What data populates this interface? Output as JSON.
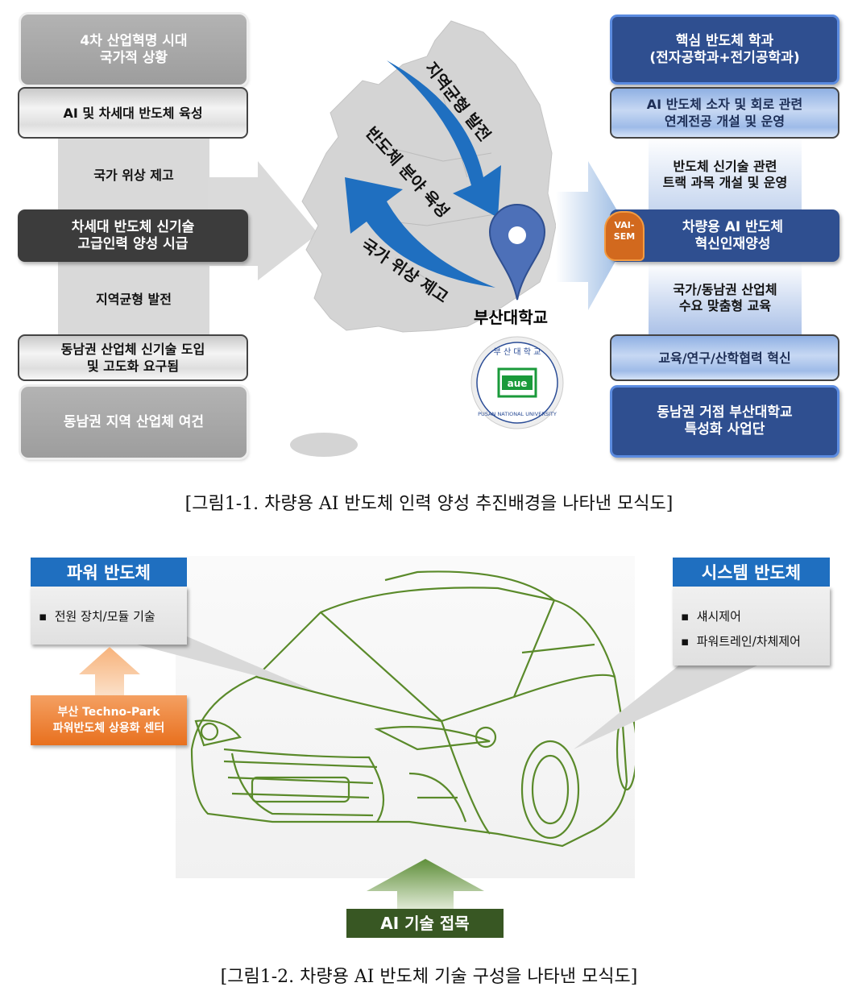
{
  "figure1": {
    "left": {
      "situation": "4차 산업혁명 시대\n국가적 상황",
      "ai_next_gen": "AI 및 차세대 반도체 육성",
      "national_status": "국가 위상 제고",
      "urgent": "차세대 반도체 신기술\n고급인력 양성 시급",
      "regional_balance": "지역균형 발전",
      "industry_demand": "동남권 산업체 신기술 도입\n및 고도화 요구됨",
      "regional_condition": "동남권 지역 산업체 여건"
    },
    "map": {
      "arrow_regional": "지역균형 발전",
      "arrow_semiconductor": "반도체 분야 육성",
      "arrow_national": "국가 위상 제고",
      "location": "부산대학교",
      "logo_text_ko": "부산대학교",
      "logo_text_en": "PUSAN NATIONAL UNIVERSITY"
    },
    "right": {
      "core_dept": "핵심 반도체 학과\n(전자공학과+전기공학과)",
      "linked_major": "AI 반도체 소자 및 회로 관련\n연계전공 개설 및 운영",
      "track": "반도체 신기술 관련\n트랙 과목 개설 및 운영",
      "badge": "VAI-\nSEM",
      "talent": "차량용 AI 반도체\n혁신인재양성",
      "custom_edu": "국가/동남권 산업체\n수요 맞춤형 교육",
      "innovation": "교육/연구/산학협력 혁신",
      "project_team": "동남권 거점 부산대학교\n특성화 사업단"
    },
    "caption": "[그림1-1. 차량용 AI 반도체 인력 양성 추진배경을 나타낸 모식도]"
  },
  "figure2": {
    "power": {
      "title": "파워 반도체",
      "items": [
        "전원 장치/모듈 기술"
      ]
    },
    "technopark": "부산 Techno-Park\n파워반도체 상용화 센터",
    "system": {
      "title": "시스템 반도체",
      "items": [
        "섀시제어",
        "파워트레인/차체제어"
      ]
    },
    "ai_label": "AI 기술 접목",
    "caption": "[그림1-2. 차량용 AI 반도체 기술 구성을 나타낸 모식도]"
  },
  "colors": {
    "dark_blue": "#2f4f90",
    "light_blue": "#a9c4ea",
    "header_blue": "#1f6fc0",
    "orange": "#ee7d31",
    "green": "#385723",
    "car_line": "#5a8a2a"
  }
}
